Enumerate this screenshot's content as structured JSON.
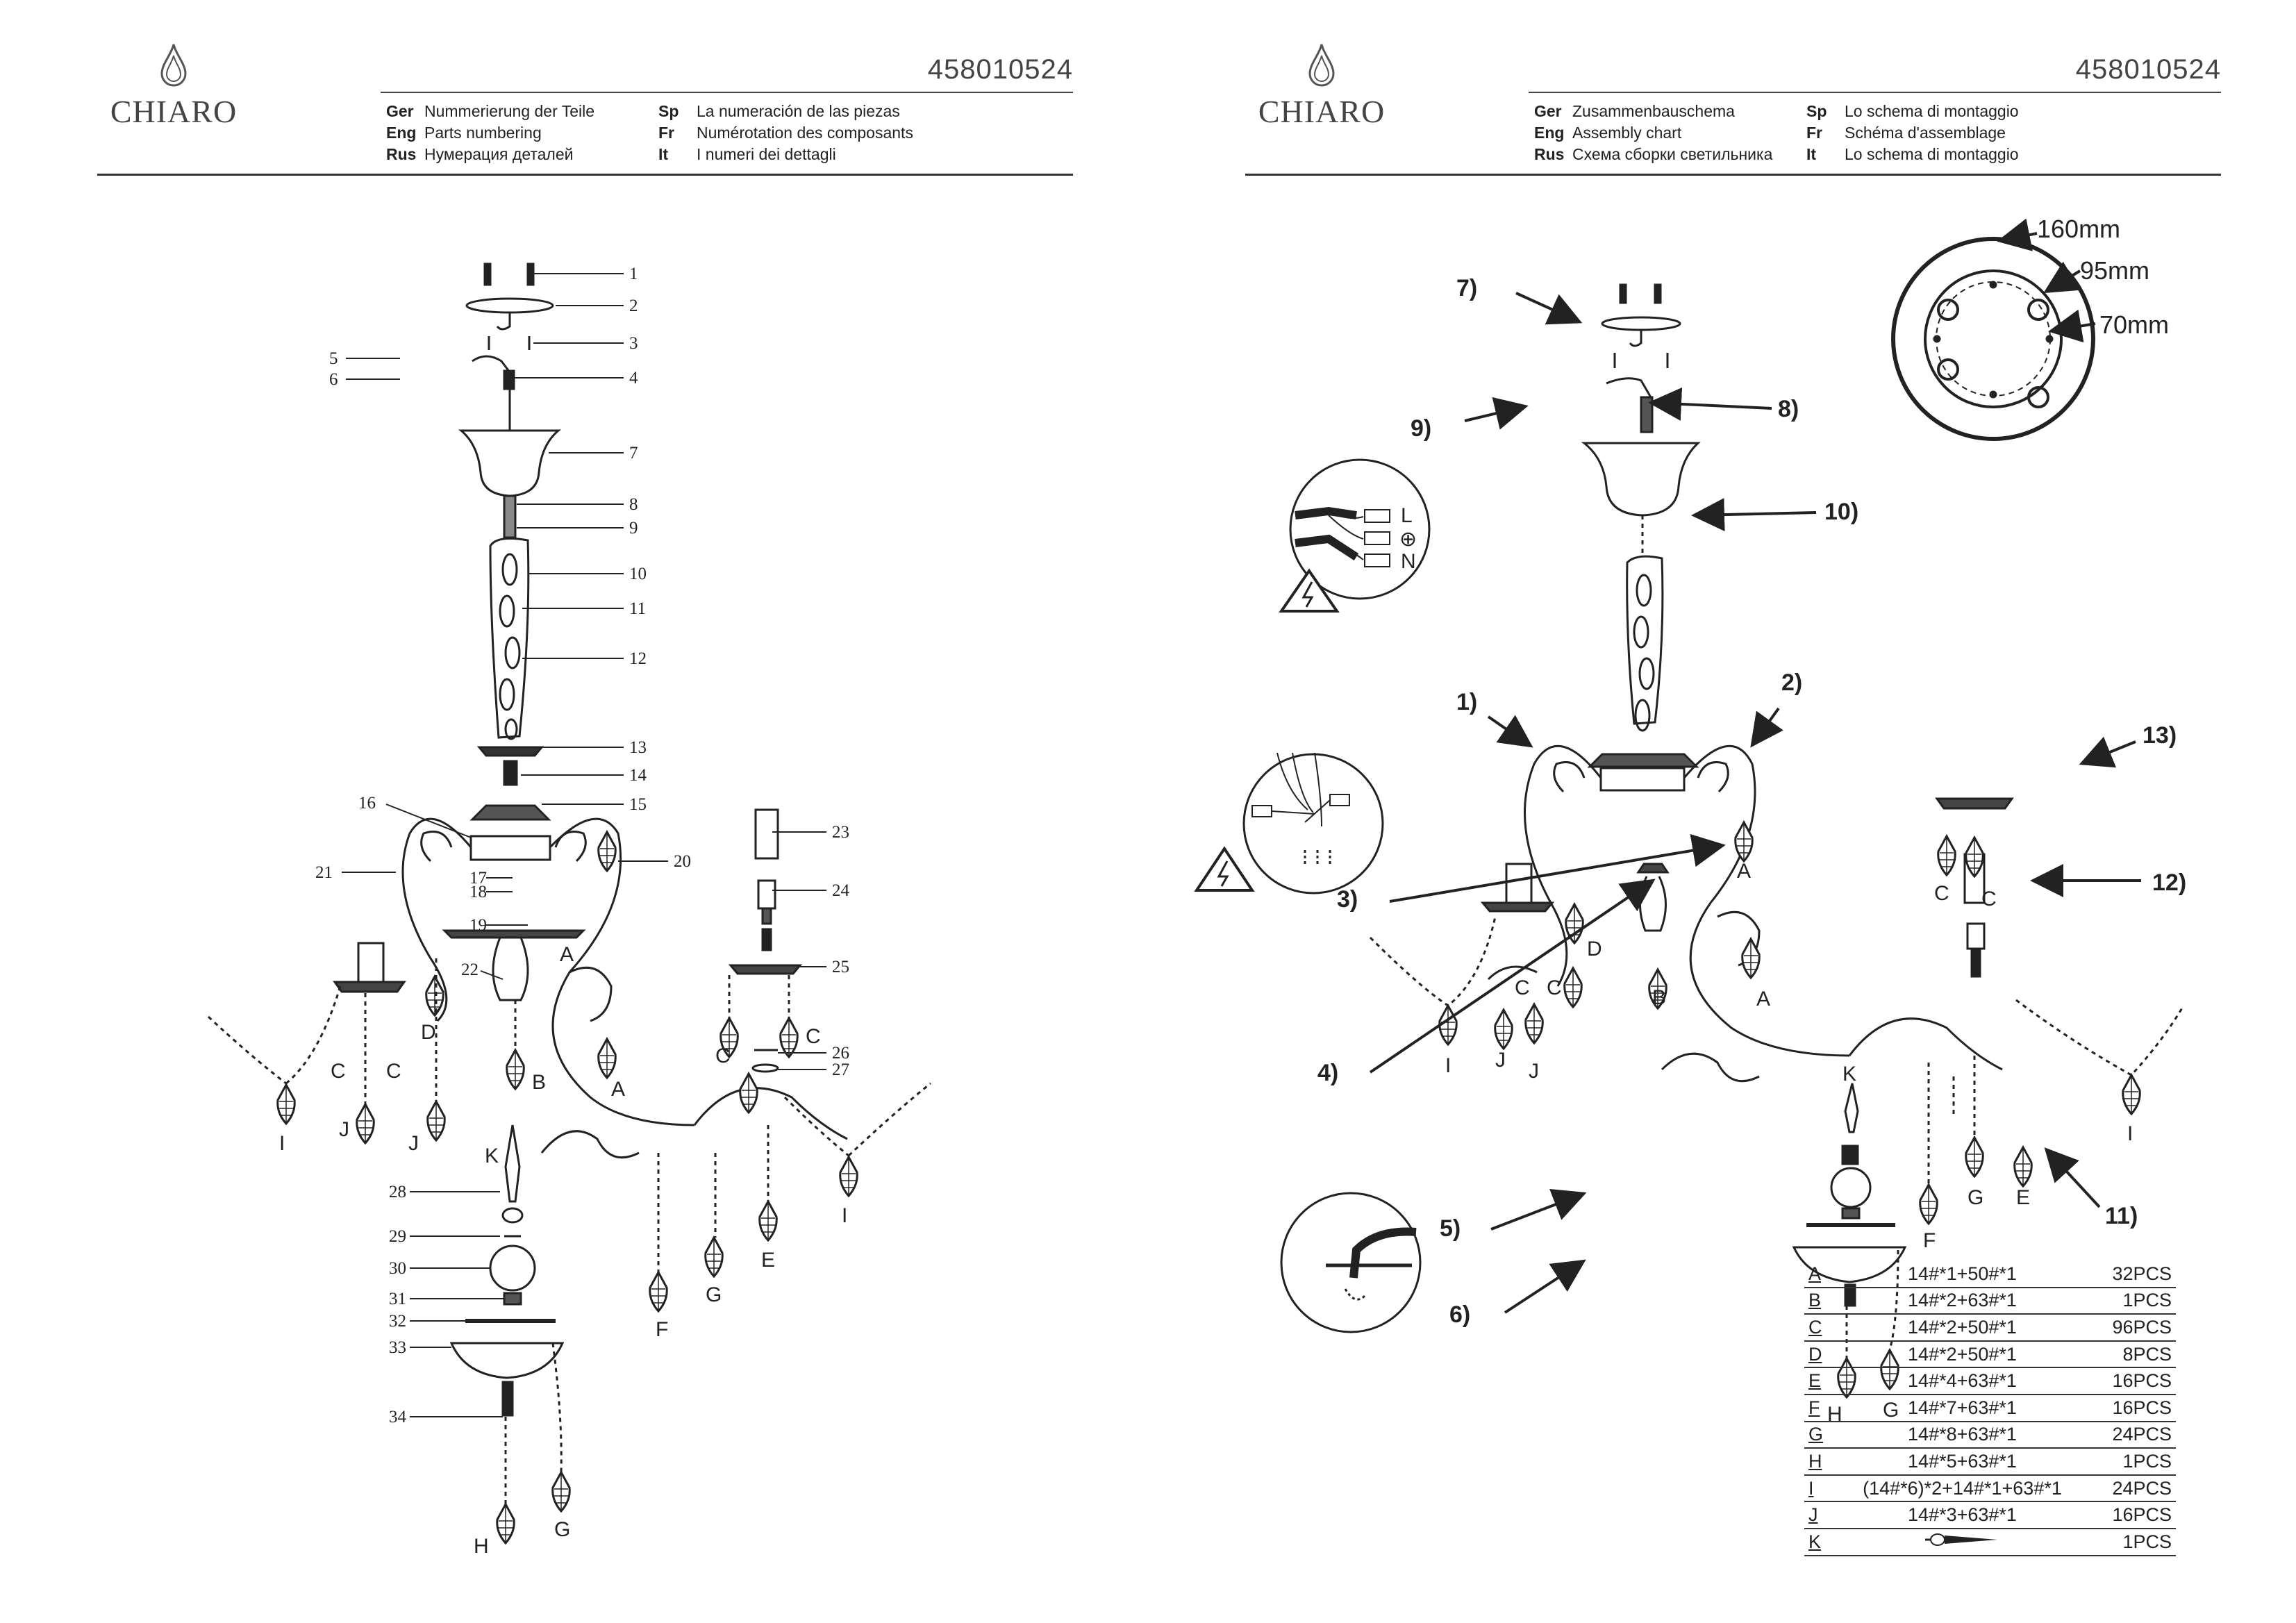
{
  "document_code": "458010524",
  "brand": "CHIARO",
  "left_page": {
    "header": [
      {
        "lang": "Ger",
        "text": "Nummerierung der Teile"
      },
      {
        "lang": "Eng",
        "text": "Parts numbering"
      },
      {
        "lang": "Rus",
        "text": "Нумерация деталей"
      },
      {
        "lang": "Sp",
        "text": "La numeración de las piezas"
      },
      {
        "lang": "Fr",
        "text": "Numérotation des composants"
      },
      {
        "lang": "It",
        "text": "I numeri dei dettagli"
      }
    ],
    "part_numbers": [
      "1",
      "2",
      "3",
      "4",
      "5",
      "6",
      "7",
      "8",
      "9",
      "10",
      "11",
      "12",
      "13",
      "14",
      "15",
      "16",
      "17",
      "18",
      "19",
      "20",
      "21",
      "22",
      "23",
      "24",
      "25",
      "26",
      "27",
      "28",
      "29",
      "30",
      "31",
      "32",
      "33",
      "34"
    ],
    "crystal_letters": {
      "A": "A",
      "B": "B",
      "C": "C",
      "D": "D",
      "E": "E",
      "F": "F",
      "G": "G",
      "H": "H",
      "I": "I",
      "J": "J",
      "K": "K"
    }
  },
  "right_page": {
    "header": [
      {
        "lang": "Ger",
        "text": "Zusammenbauschema"
      },
      {
        "lang": "Eng",
        "text": "Assembly chart"
      },
      {
        "lang": "Rus",
        "text": "Схема сборки светильника"
      },
      {
        "lang": "Sp",
        "text": "Lo schema di montaggio"
      },
      {
        "lang": "Fr",
        "text": "Schéma d'assemblage"
      },
      {
        "lang": "It",
        "text": "Lo schema di montaggio"
      }
    ],
    "steps": [
      "1)",
      "2)",
      "3)",
      "4)",
      "5)",
      "6)",
      "7)",
      "8)",
      "9)",
      "10)",
      "11)",
      "12)",
      "13)"
    ],
    "dimensions": {
      "outer": "160mm",
      "middle": "95mm",
      "inner": "70mm"
    },
    "wiring_labels": {
      "live": "L",
      "earth": "⊕",
      "neutral": "N"
    },
    "parts_table": [
      {
        "letter": "A",
        "formula": "14#*1+50#*1",
        "qty": "32PCS"
      },
      {
        "letter": "B",
        "formula": "14#*2+63#*1",
        "qty": "1PCS"
      },
      {
        "letter": "C",
        "formula": "14#*2+50#*1",
        "qty": "96PCS"
      },
      {
        "letter": "D",
        "formula": "14#*2+50#*1",
        "qty": "8PCS"
      },
      {
        "letter": "E",
        "formula": "14#*4+63#*1",
        "qty": "16PCS"
      },
      {
        "letter": "F",
        "formula": "14#*7+63#*1",
        "qty": "16PCS"
      },
      {
        "letter": "G",
        "formula": "14#*8+63#*1",
        "qty": "24PCS"
      },
      {
        "letter": "H",
        "formula": "14#*5+63#*1",
        "qty": "1PCS"
      },
      {
        "letter": "I",
        "formula": "(14#*6)*2+14#*1+63#*1",
        "qty": "24PCS"
      },
      {
        "letter": "J",
        "formula": "14#*3+63#*1",
        "qty": "16PCS"
      },
      {
        "letter": "K",
        "formula": "",
        "qty": "1PCS"
      }
    ]
  },
  "colors": {
    "ink": "#222222",
    "rule": "#333333"
  }
}
